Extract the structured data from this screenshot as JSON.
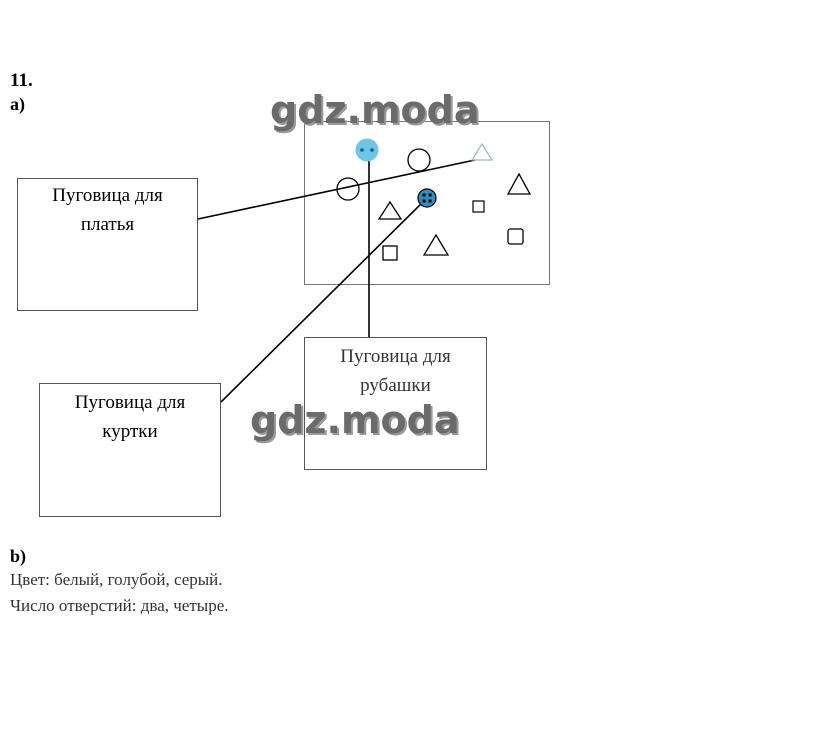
{
  "task": {
    "number": "11.",
    "part_a": "а)",
    "part_b": "b)"
  },
  "boxes": {
    "dress": "Пуговица для платья",
    "shirt": "Пуговица для рубашки",
    "jacket": "Пуговица для куртки"
  },
  "answers": {
    "color": "Цвет: белый, голубой, серый.",
    "holes": "Число отверстий: два, четыре."
  },
  "watermark": "gdz.moda",
  "colors": {
    "blue_button": "#6ec6e6",
    "dark_blue_button": "#2e8fc0"
  },
  "icons": [
    "circle-button-icon",
    "triangle-button-icon",
    "square-button-icon"
  ]
}
